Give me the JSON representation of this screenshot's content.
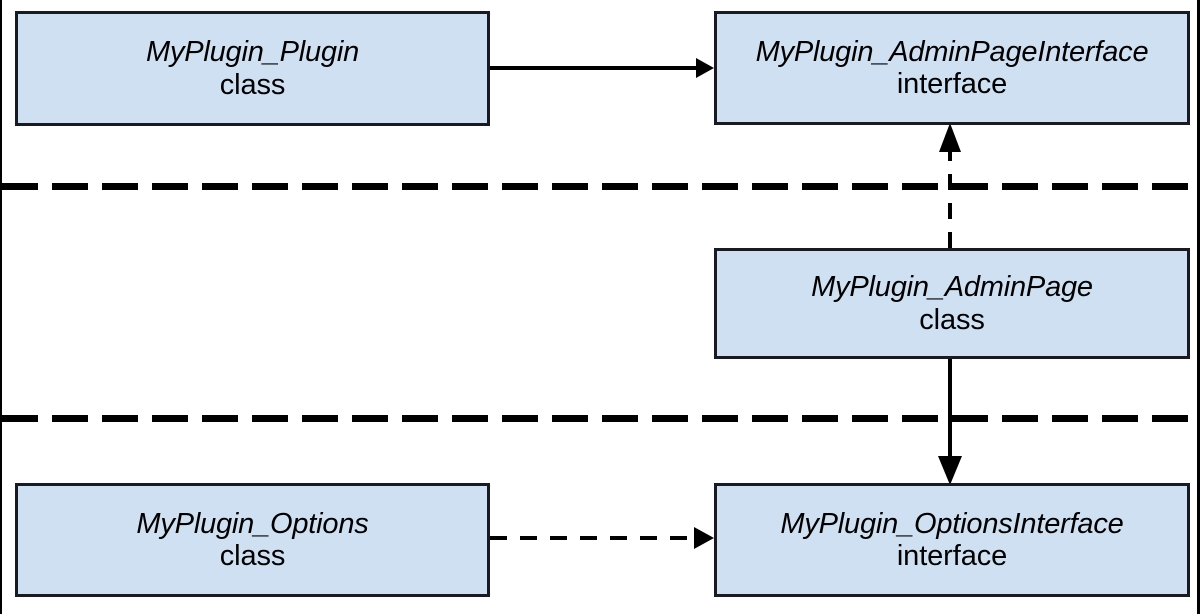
{
  "diagram": {
    "type": "uml-class-diagram",
    "background_color": "#ffffff",
    "box_fill_color": "#cfe0f2",
    "box_border_color": "#1a1a22",
    "line_color": "#000000",
    "boxes": [
      {
        "id": "plugin",
        "name": "MyPlugin_Plugin",
        "kind": "class"
      },
      {
        "id": "adminpageinterface",
        "name": "MyPlugin_AdminPageInterface",
        "kind": "interface"
      },
      {
        "id": "adminpage",
        "name": "MyPlugin_AdminPage",
        "kind": "class"
      },
      {
        "id": "options",
        "name": "MyPlugin_Options",
        "kind": "class"
      },
      {
        "id": "optionsinterface",
        "name": "MyPlugin_OptionsInterface",
        "kind": "interface"
      }
    ],
    "connectors": [
      {
        "id": "plugin-to-adminpageinterface",
        "from": "plugin",
        "to": "adminpageinterface",
        "style": "solid",
        "arrowhead": "filled-triangle",
        "orientation": "horizontal"
      },
      {
        "id": "adminpage-to-adminpageinterface",
        "from": "adminpage",
        "to": "adminpageinterface",
        "style": "dashed",
        "arrowhead": "filled-triangle",
        "orientation": "vertical-up"
      },
      {
        "id": "adminpage-to-optionsinterface",
        "from": "adminpage",
        "to": "optionsinterface",
        "style": "solid",
        "arrowhead": "filled-triangle",
        "orientation": "vertical-down"
      },
      {
        "id": "options-to-optionsinterface",
        "from": "options",
        "to": "optionsinterface",
        "style": "dashed",
        "arrowhead": "filled-triangle",
        "orientation": "horizontal"
      }
    ],
    "separators": [
      {
        "id": "separator-top",
        "style": "dashed"
      },
      {
        "id": "separator-bottom",
        "style": "dashed"
      }
    ]
  }
}
